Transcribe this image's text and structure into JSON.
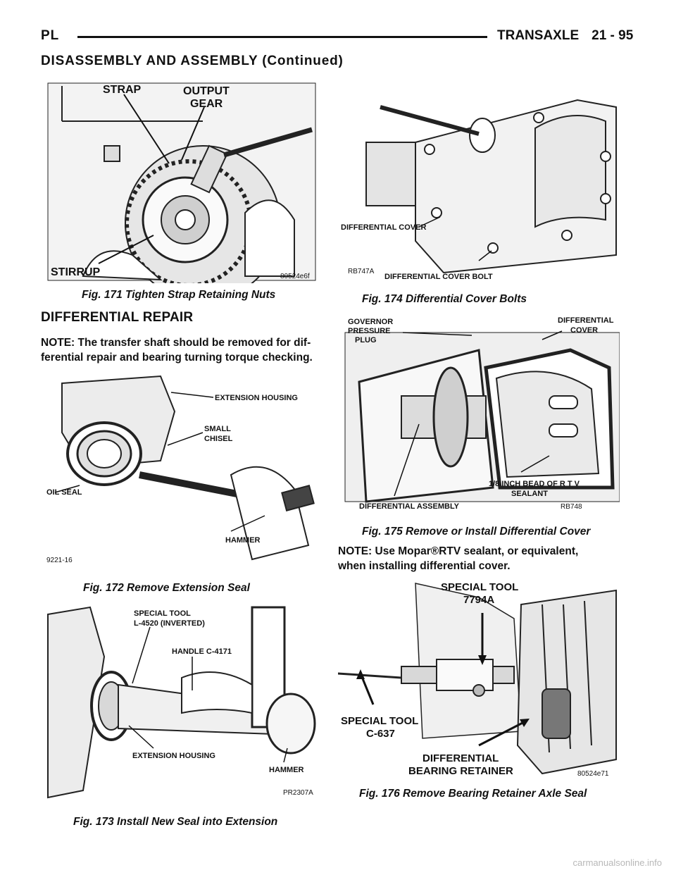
{
  "header": {
    "left": "PL",
    "section": "TRANSAXLE",
    "page": "21 - 95"
  },
  "continued_title": "DISASSEMBLY AND ASSEMBLY (Continued)",
  "figures": {
    "fig171": {
      "caption": "Fig. 171 Tighten Strap Retaining Nuts",
      "labels": {
        "strap": "STRAP",
        "output1": "OUTPUT",
        "output2": "GEAR",
        "stirrup": "STIRRUP"
      },
      "code": "80524e6f"
    },
    "fig172": {
      "caption": "Fig. 172 Remove Extension Seal",
      "labels": {
        "ext": "EXTENSION HOUSING",
        "chisel1": "SMALL",
        "chisel2": "CHISEL",
        "oilseal": "OIL SEAL",
        "hammer": "HAMMER"
      },
      "code": "9221-16"
    },
    "fig173": {
      "caption": "Fig. 173 Install New Seal into Extension",
      "labels": {
        "tool1": "SPECIAL TOOL",
        "tool2": "L-4520 (INVERTED)",
        "handle": "HANDLE C-4171",
        "ext": "EXTENSION HOUSING",
        "hammer": "HAMMER"
      },
      "code": "PR2307A"
    },
    "fig174": {
      "caption": "Fig. 174 Differential Cover Bolts",
      "labels": {
        "cover": "DIFFERENTIAL COVER",
        "bolt": "DIFFERENTIAL COVER BOLT"
      },
      "code": "RB747A"
    },
    "fig175": {
      "caption": "Fig. 175 Remove or Install Differential Cover",
      "labels": {
        "gov1": "GOVERNOR",
        "gov2": "PRESSURE",
        "gov3": "PLUG",
        "cover1": "DIFFERENTIAL",
        "cover2": "COVER",
        "bead1": "1/8 INCH BEAD OF R T V",
        "bead2": "SEALANT",
        "assembly": "DIFFERENTIAL ASSEMBLY"
      },
      "code": "RB748"
    },
    "fig176": {
      "caption": "Fig. 176 Remove Bearing Retainer Axle Seal",
      "labels": {
        "st1a": "SPECIAL TOOL",
        "st1b": "7794A",
        "st2a": "SPECIAL TOOL",
        "st2b": "C-637",
        "ret1": "DIFFERENTIAL",
        "ret2": "BEARING RETAINER"
      },
      "code": "80524e71"
    }
  },
  "section_heading": "DIFFERENTIAL REPAIR",
  "notes": {
    "transfer_line1": "NOTE: The transfer shaft should be removed for dif-",
    "transfer_line2": "ferential repair and bearing turning torque checking.",
    "mopar_line1": "NOTE: Use Mopar®RTV sealant, or equivalent,",
    "mopar_line2": "when installing differential cover."
  },
  "watermark": "carmanualsonline.info"
}
